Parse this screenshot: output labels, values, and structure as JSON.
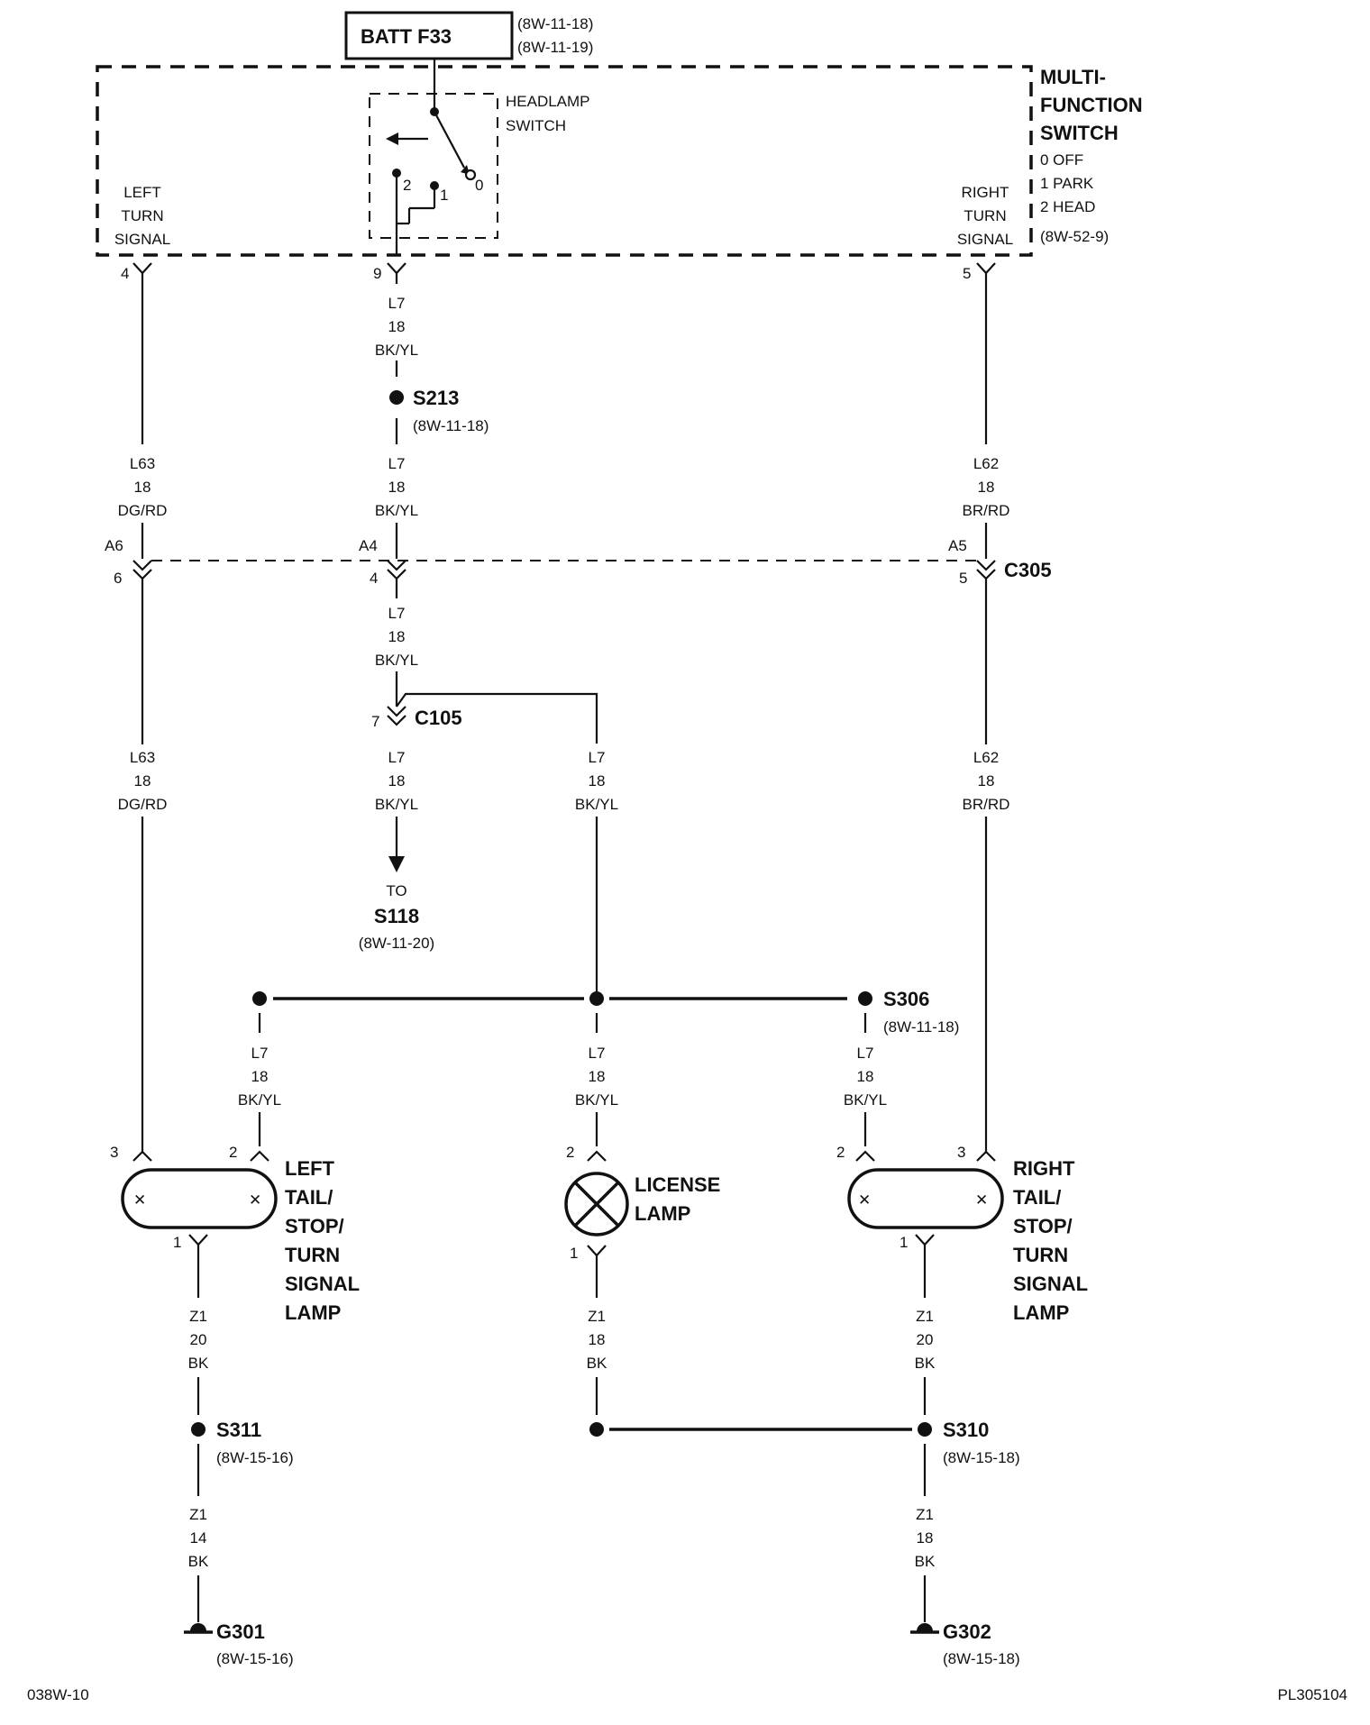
{
  "power": {
    "label": "BATT F33",
    "ref1": "(8W-11-18)",
    "ref2": "(8W-11-19)"
  },
  "mfs": {
    "title1": "MULTI-",
    "title2": "FUNCTION",
    "title3": "SWITCH",
    "pos0": "0 OFF",
    "pos1": "1 PARK",
    "pos2": "2 HEAD",
    "ref": "(8W-52-9)",
    "headlamp1": "HEADLAMP",
    "headlamp2": "SWITCH",
    "sw_p2": "2",
    "sw_p1": "1",
    "sw_p0": "0",
    "left1": "LEFT",
    "left2": "TURN",
    "left3": "SIGNAL",
    "right1": "RIGHT",
    "right2": "TURN",
    "right3": "SIGNAL"
  },
  "pins": {
    "mfs_left": "4",
    "mfs_center": "9",
    "mfs_right": "5",
    "c305_left_top": "A6",
    "c305_left_bot": "6",
    "c305_center_top": "A4",
    "c305_center_bot": "4",
    "c305_right_top": "A5",
    "c305_right_bot": "5",
    "c105": "7",
    "ltl_3": "3",
    "ltl_2": "2",
    "ltl_1": "1",
    "lic_2": "2",
    "lic_1": "1",
    "rtl_2": "2",
    "rtl_3": "3",
    "rtl_1": "1"
  },
  "wires": {
    "w1": [
      "L7",
      "18",
      "BK/YL"
    ],
    "w2": [
      "L7",
      "18",
      "BK/YL"
    ],
    "w3": [
      "L63",
      "18",
      "DG/RD"
    ],
    "w4": [
      "L62",
      "18",
      "BR/RD"
    ],
    "w5": [
      "L7",
      "18",
      "BK/YL"
    ],
    "w6": [
      "L63",
      "18",
      "DG/RD"
    ],
    "w7": [
      "L62",
      "18",
      "BR/RD"
    ],
    "w8": [
      "L7",
      "18",
      "BK/YL"
    ],
    "w9": [
      "L7",
      "18",
      "BK/YL"
    ],
    "w10": [
      "L7",
      "18",
      "BK/YL"
    ],
    "w11": [
      "L7",
      "18",
      "BK/YL"
    ],
    "w12": [
      "L7",
      "18",
      "BK/YL"
    ],
    "w13": [
      "Z1",
      "20",
      "BK"
    ],
    "w14": [
      "Z1",
      "18",
      "BK"
    ],
    "w15": [
      "Z1",
      "20",
      "BK"
    ],
    "w16": [
      "Z1",
      "14",
      "BK"
    ],
    "w17": [
      "Z1",
      "18",
      "BK"
    ]
  },
  "splices": {
    "s213": {
      "name": "S213",
      "ref": "(8W-11-18)"
    },
    "s306": {
      "name": "S306",
      "ref": "(8W-11-18)"
    },
    "s311": {
      "name": "S311",
      "ref": "(8W-15-16)"
    },
    "s310": {
      "name": "S310",
      "ref": "(8W-15-18)"
    }
  },
  "connectors": {
    "c305": "C305",
    "c105": "C105"
  },
  "to_s118": {
    "to": "TO",
    "name": "S118",
    "ref": "(8W-11-20)"
  },
  "lamps": {
    "left": [
      "LEFT",
      "TAIL/",
      "STOP/",
      "TURN",
      "SIGNAL",
      "LAMP"
    ],
    "license": [
      "LICENSE",
      "LAMP"
    ],
    "right": [
      "RIGHT",
      "TAIL/",
      "STOP/",
      "TURN",
      "SIGNAL",
      "LAMP"
    ]
  },
  "grounds": {
    "g301": {
      "name": "G301",
      "ref": "(8W-15-16)"
    },
    "g302": {
      "name": "G302",
      "ref": "(8W-15-18)"
    }
  },
  "footer": {
    "left": "038W-10",
    "right": "PL305104"
  }
}
